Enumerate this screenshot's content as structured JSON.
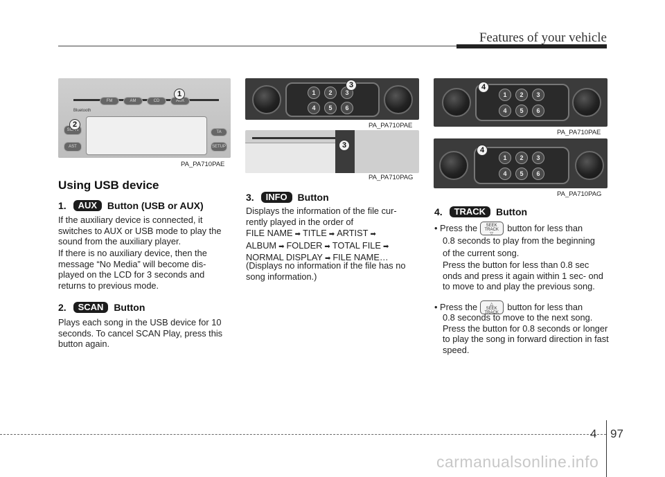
{
  "header": {
    "title": "Features of your vehicle"
  },
  "footer": {
    "chapter": "4",
    "page": "97",
    "watermark": "carmanualsonline.info"
  },
  "col1": {
    "figure": {
      "caption": "PA_PA710PAE",
      "callouts": [
        "1",
        "2"
      ],
      "buttons": [
        "FM",
        "AM",
        "CD",
        "AUX",
        "SCAN",
        "AST",
        "TA",
        "SETUP",
        "Bluetooth"
      ]
    },
    "heading": "Using USB device",
    "s1": {
      "number": "1.",
      "badge": "AUX",
      "title": "Button (USB or AUX)",
      "para1": "If the auxiliary device is connected, it switches to AUX or USB mode to play the sound from the auxiliary player.",
      "para2": "If there is no auxiliary device, then the message “No Media” will become dis- played on the LCD for 3 seconds and returns to previous mode."
    },
    "s2": {
      "number": "2.",
      "badge": "SCAN",
      "title": "Button",
      "para": "Plays each song in the USB device for 10 seconds. To cancel SCAN Play, press this button again."
    }
  },
  "col2": {
    "figure1": {
      "caption": "PA_PA710PAE",
      "callout": "3"
    },
    "figure2": {
      "caption": "PA_PA710PAG",
      "callout": "3"
    },
    "s3": {
      "number": "3.",
      "badge": "INFO",
      "title": "Button",
      "intro": "Displays the information of the file cur- rently played in the order of",
      "sequence": [
        "FILE NAME",
        "TITLE",
        "ARTIST",
        "ALBUM",
        "FOLDER",
        "TOTAL FILE",
        "NORMAL DISPLAY",
        "FILE NAME…"
      ],
      "note": "(Displays no information if the file has no song information.)"
    }
  },
  "col3": {
    "figure1": {
      "caption": "PA_PA710PAE",
      "callout": "4"
    },
    "figure2": {
      "caption": "PA_PA710PAG",
      "callout": "4"
    },
    "s4": {
      "number": "4.",
      "badge": "TRACK",
      "title": "Button",
      "b1_pre": "Press the",
      "b1_post": "button for less than",
      "b1_l2": "0.8 seconds to play from the beginning",
      "b1_l3": "of the current song.",
      "b1_sub": "Press the button for less than 0.8 sec onds and press it again within 1 sec- ond to move to and play the previous song.",
      "b2_pre": "Press the",
      "b2_post": "button for less than",
      "b2_rest": "0.8 seconds to move to the next song. Press the button for 0.8 seconds or longer to play the song in forward direction in fast speed.",
      "mini_button_label": "SEEK TRACK"
    }
  }
}
